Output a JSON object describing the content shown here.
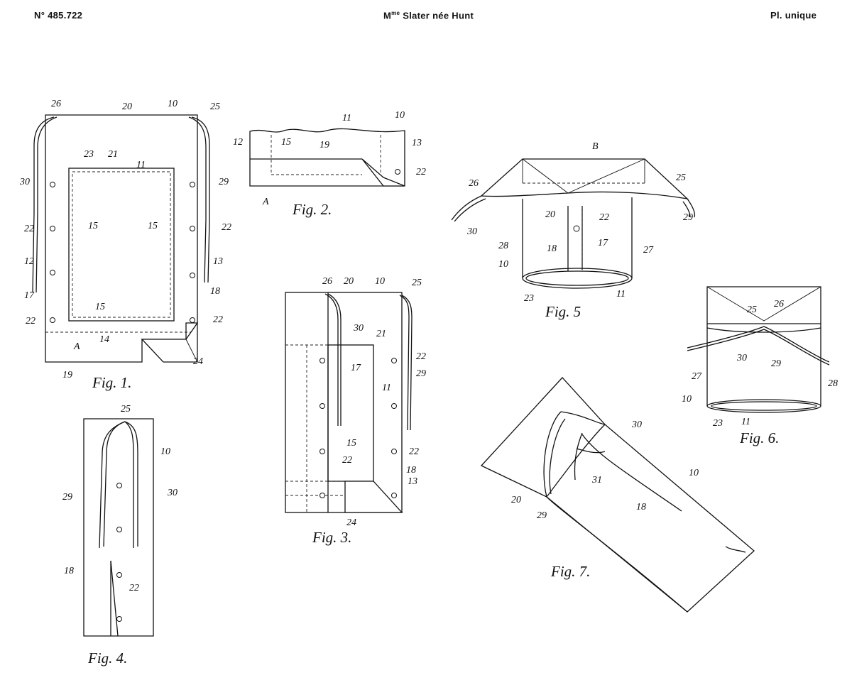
{
  "header": {
    "number": "N° 485.722",
    "author_prefix": "M",
    "author_sup": "me",
    "author_rest": " Slater née Hunt",
    "plate": "Pl. unique"
  },
  "figures": [
    {
      "id": "fig1",
      "caption": "Fig. 1."
    },
    {
      "id": "fig2",
      "caption": "Fig. 2."
    },
    {
      "id": "fig3",
      "caption": "Fig. 3."
    },
    {
      "id": "fig4",
      "caption": "Fig. 4."
    },
    {
      "id": "fig5",
      "caption": "Fig. 5"
    },
    {
      "id": "fig6",
      "caption": "Fig. 6."
    },
    {
      "id": "fig7",
      "caption": "Fig. 7."
    }
  ],
  "labels": {
    "fig1": [
      "26",
      "20",
      "10",
      "25",
      "23",
      "21",
      "11",
      "30",
      "29",
      "22",
      "15",
      "15",
      "22",
      "12",
      "13",
      "17",
      "18",
      "22",
      "15",
      "22",
      "14",
      "A",
      "24",
      "19"
    ],
    "fig2": [
      "11",
      "10",
      "12",
      "15",
      "19",
      "13",
      "22",
      "A"
    ],
    "fig3": [
      "26",
      "20",
      "10",
      "25",
      "21",
      "30",
      "22",
      "29",
      "17",
      "11",
      "15",
      "22",
      "22",
      "18",
      "13",
      "24"
    ],
    "fig4": [
      "25",
      "10",
      "29",
      "30",
      "18",
      "22"
    ],
    "fig5": [
      "B",
      "26",
      "25",
      "20",
      "22",
      "30",
      "29",
      "28",
      "18",
      "17",
      "27",
      "10",
      "23",
      "11"
    ],
    "fig6": [
      "25",
      "26",
      "30",
      "29",
      "27",
      "28",
      "10",
      "23",
      "11"
    ],
    "fig7": [
      "30",
      "31",
      "10",
      "20",
      "29",
      "18"
    ]
  }
}
